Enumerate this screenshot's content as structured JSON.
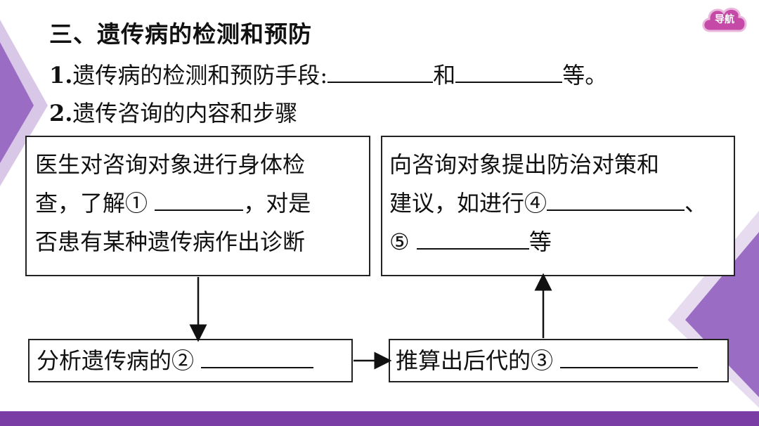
{
  "nav": {
    "label": "导航"
  },
  "section_title": "三、遗传病的检测和预防",
  "item1": {
    "number": "1.",
    "text": "遗传病的检测和预防手段:",
    "connector": "和",
    "suffix": "等。"
  },
  "item2": {
    "number": "2.",
    "text": "遗传咨询的内容和步骤"
  },
  "box1": {
    "line1": "医生对咨询对象进行身体检",
    "line2_a": "查，了解①",
    "line2_b": "，对是",
    "line3": "否患有某种遗传病作出诊断"
  },
  "box2": {
    "line1": "向咨询对象提出防治对策和",
    "line2_a": "建议，如进行④",
    "line2_b": "、",
    "line3_a": "⑤",
    "line3_b": "等"
  },
  "box3": {
    "text": "分析遗传病的②"
  },
  "box4": {
    "text": "推算出后代的③"
  },
  "colors": {
    "accent": "#7a3da6",
    "deco_light": "#d9c7e8",
    "deco_mid": "#9b6cc4"
  }
}
